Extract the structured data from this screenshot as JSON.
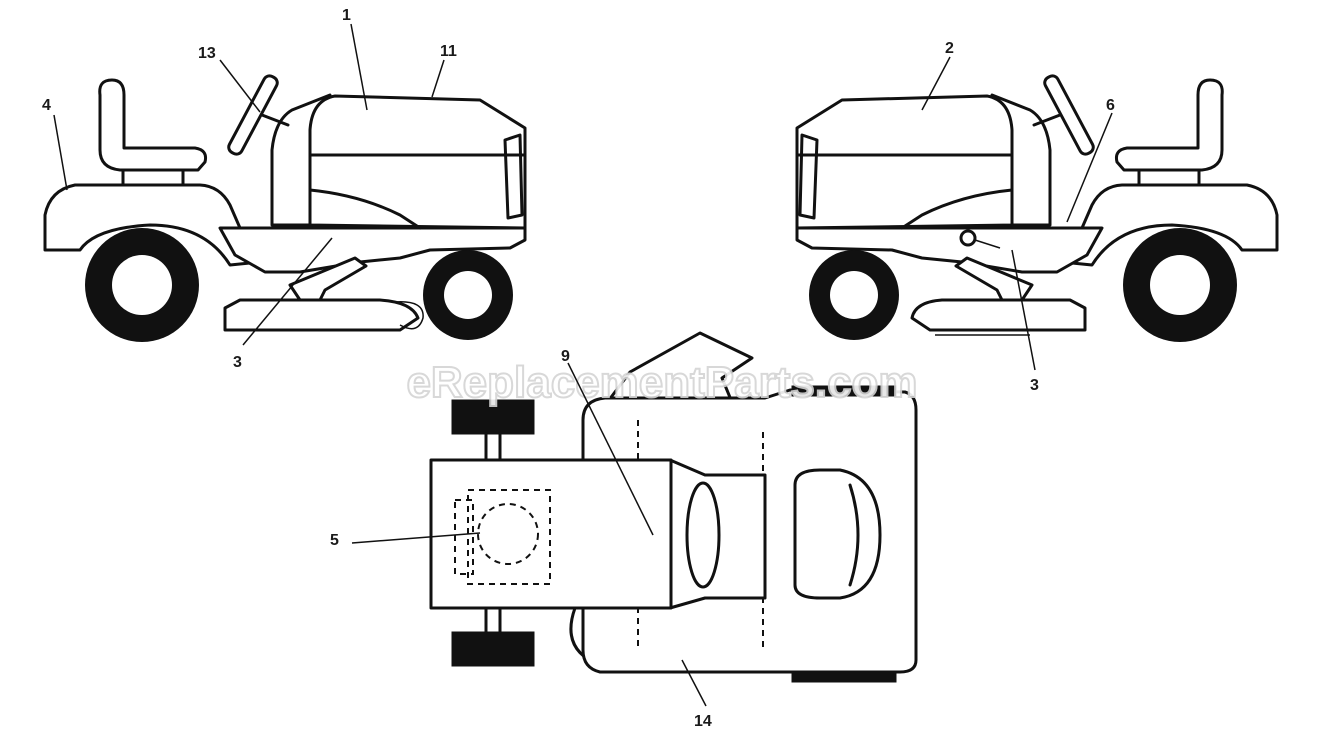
{
  "watermark": "eReplacementParts.com",
  "callouts": {
    "c1": "1",
    "c2": "2",
    "c3_left": "3",
    "c3_right": "3",
    "c4": "4",
    "c5": "5",
    "c6": "6",
    "c9": "9",
    "c11": "11",
    "c13": "13",
    "c14": "14"
  },
  "colors": {
    "line": "#111111",
    "background": "#ffffff",
    "watermark": "#d4d4d4"
  }
}
